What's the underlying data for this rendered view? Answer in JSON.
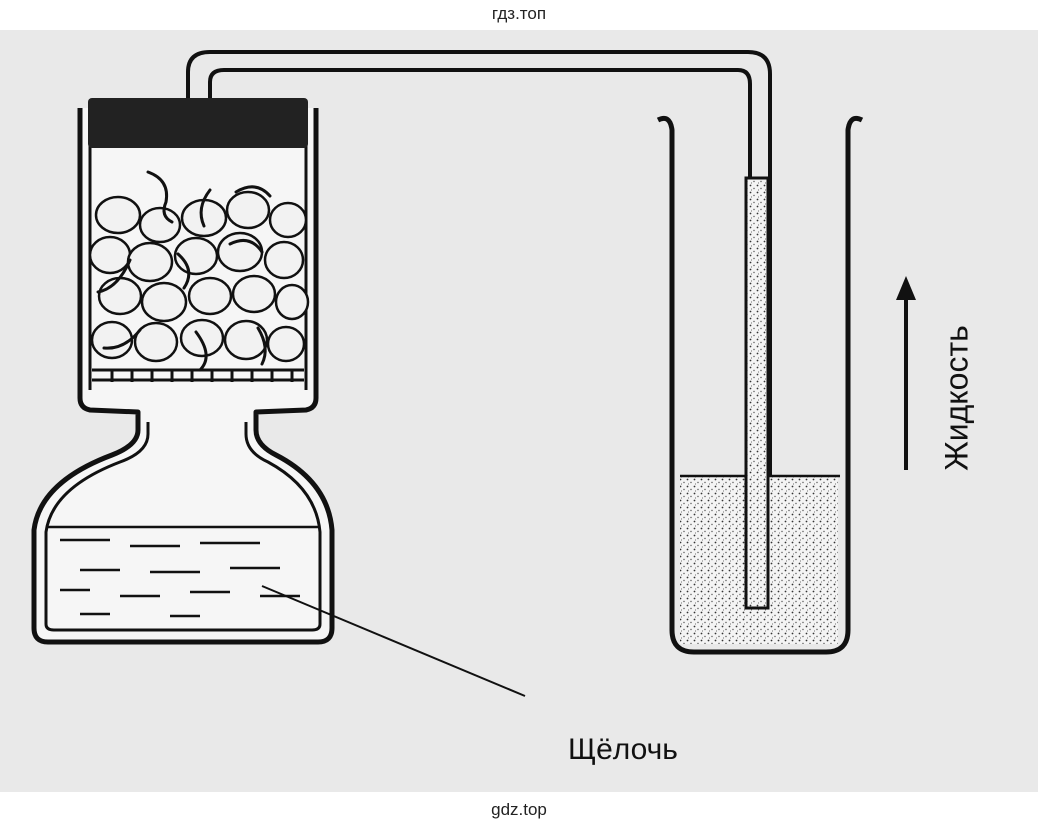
{
  "watermarks": {
    "top": "гдз.топ",
    "bottom": "gdz.top"
  },
  "labels": {
    "alkali": "Щёлочь",
    "liquid": "Жидкость"
  },
  "colors": {
    "page_background": "#ffffff",
    "scan_background": "#e9e9e9",
    "ink": "#111111",
    "seed_fill": "#f2f2f2",
    "stopper": "#222222"
  },
  "icons": {
    "arrow": "arrow-up-icon"
  }
}
